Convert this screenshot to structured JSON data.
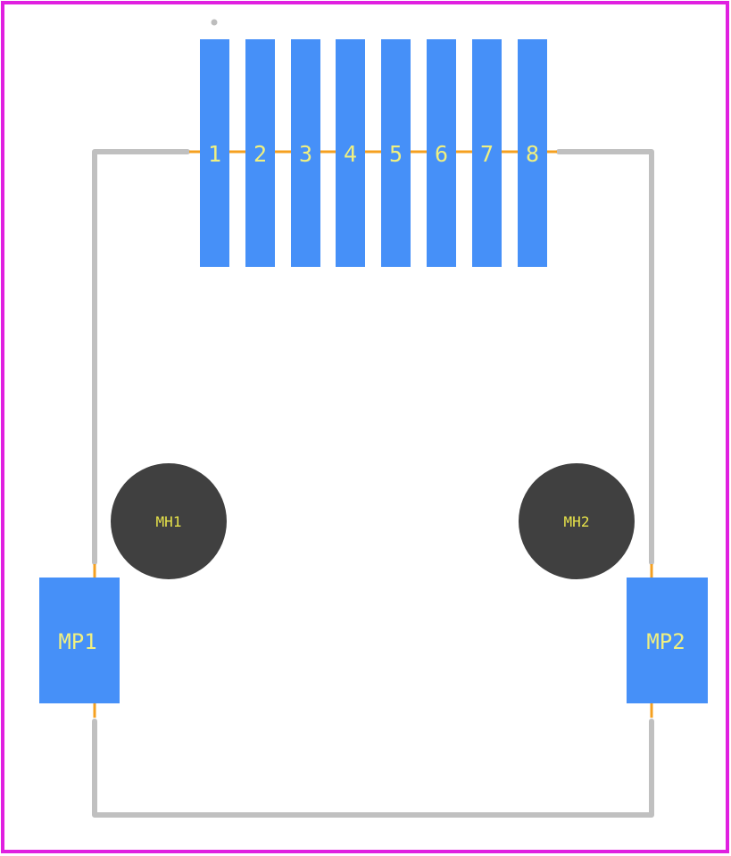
{
  "footprint": {
    "signal_pads": [
      {
        "label": "1"
      },
      {
        "label": "2"
      },
      {
        "label": "3"
      },
      {
        "label": "4"
      },
      {
        "label": "5"
      },
      {
        "label": "6"
      },
      {
        "label": "7"
      },
      {
        "label": "8"
      }
    ],
    "mount_pads": [
      {
        "label": "MP1"
      },
      {
        "label": "MP2"
      }
    ],
    "mount_holes": [
      {
        "label": "MH1"
      },
      {
        "label": "MH2"
      }
    ]
  },
  "colors": {
    "border": "#e020e0",
    "pad": "#4690f8",
    "pad_label": "#f0f080",
    "hole": "#404040",
    "hole_label": "#e6e24a",
    "outline": "#c0c0c0",
    "ratsnest": "#f5a020"
  }
}
